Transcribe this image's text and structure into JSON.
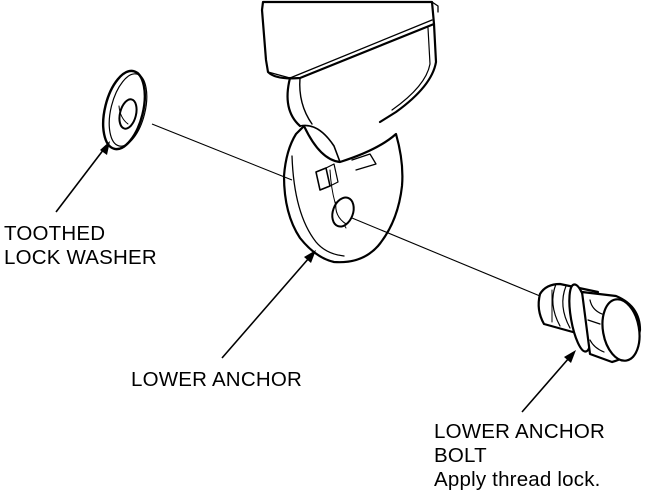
{
  "figure": {
    "colors": {
      "ink": "#000000",
      "paper": "#ffffff"
    },
    "parts": {
      "washer": {
        "label_lines": [
          "TOOTHED",
          "LOCK WASHER"
        ]
      },
      "anchor": {
        "label_lines": [
          "LOWER ANCHOR"
        ]
      },
      "bolt": {
        "label_lines": [
          "LOWER ANCHOR",
          "BOLT",
          "Apply thread lock."
        ]
      }
    }
  }
}
